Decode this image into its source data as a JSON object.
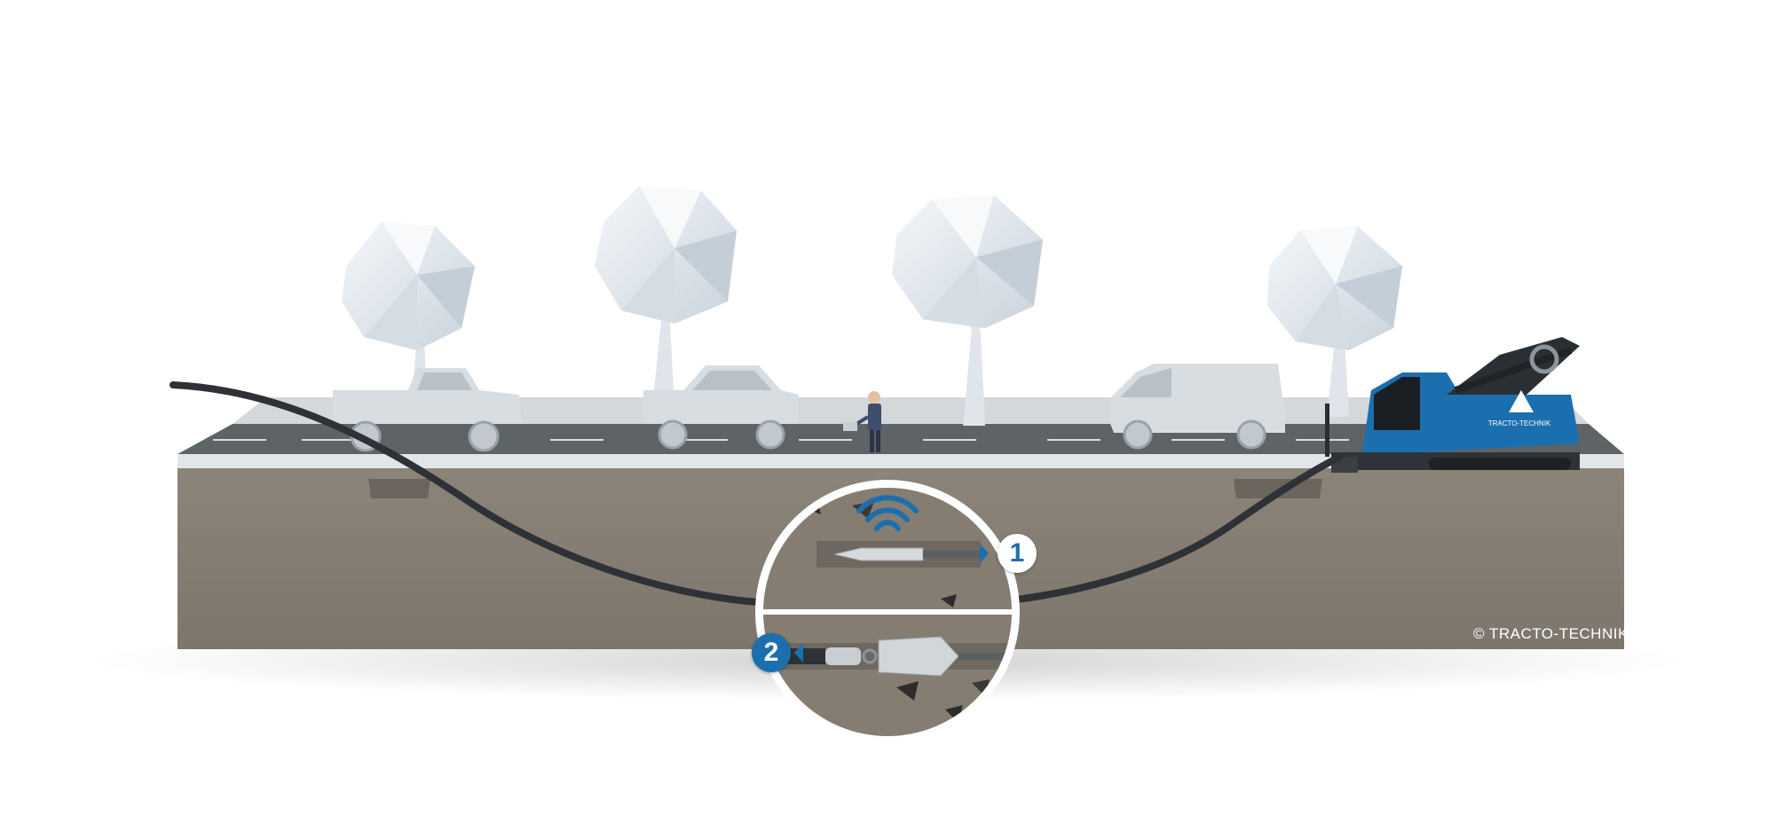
{
  "copyright": "© TRACTO-TECHNIK",
  "logo_text": "TRACTO-TECHNIK",
  "steps": [
    {
      "number": "1",
      "direction": "left"
    },
    {
      "number": "2",
      "direction": "right"
    }
  ],
  "colors": {
    "soil": "#8a8278",
    "road": "#5f6467",
    "sidewalk": "#d4d8db",
    "brand_blue": "#1c6fae",
    "tree": "#e6ecf2",
    "vehicle": "#d8dde1",
    "pipe": "#2e3236"
  }
}
